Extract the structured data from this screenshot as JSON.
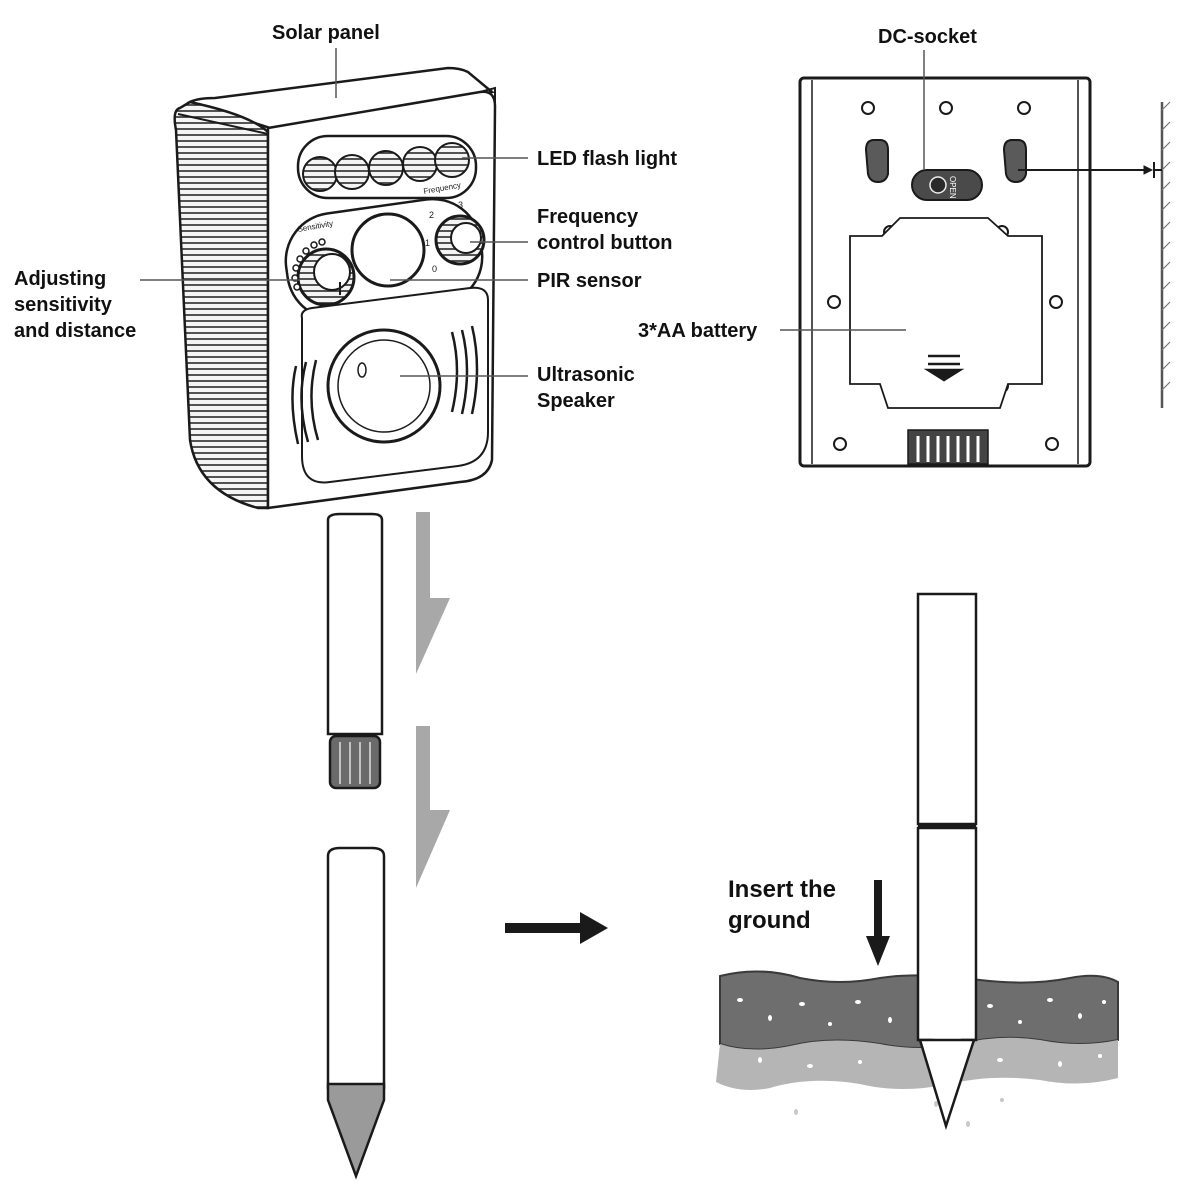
{
  "labels": {
    "solar_panel": "Solar panel",
    "led_flash_light": "LED flash light",
    "frequency_control": [
      "Frequency",
      "control button"
    ],
    "pir_sensor": "PIR sensor",
    "adjusting": [
      "Adjusting",
      "sensitivity",
      "and distance"
    ],
    "ultrasonic_speaker": [
      "Ultrasonic",
      "Speaker"
    ],
    "dc_socket": "DC-socket",
    "battery": "3*AA battery",
    "insert_ground": [
      "Insert the",
      "ground"
    ]
  },
  "device_markings": {
    "sensitivity": "Sensitivity",
    "frequency": "Frequency",
    "knob_1": "1",
    "knob_2": "2",
    "knob_3": "3",
    "knob_0": "0",
    "open": "OPEN"
  },
  "colors": {
    "line": "#1a1a1a",
    "arrow_grey": "#a8a8a8",
    "soil_dark": "#6e6e6e",
    "soil_light": "#b5b5b5",
    "spike_tip": "#9a9a9a"
  }
}
